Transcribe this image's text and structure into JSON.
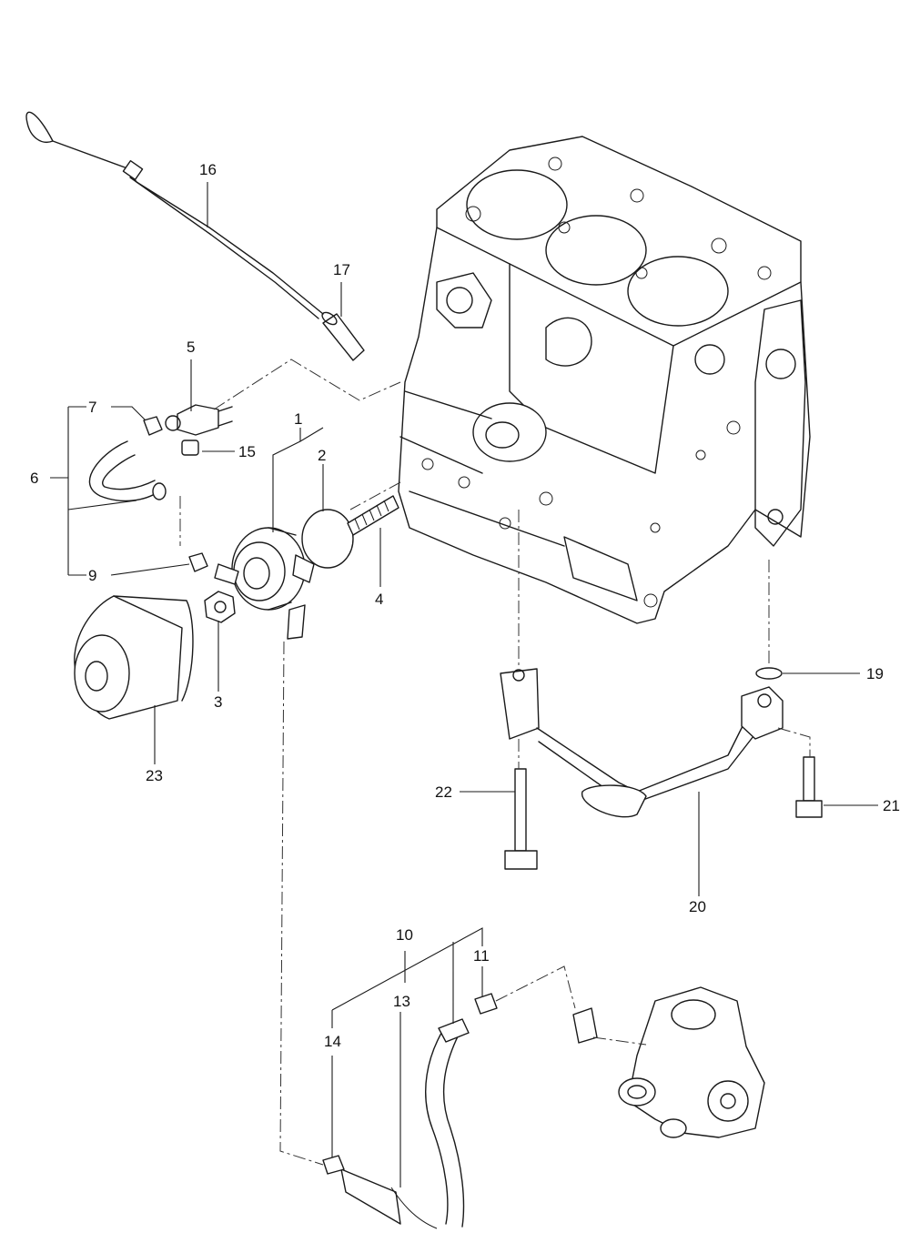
{
  "diagram": {
    "callouts": [
      "1",
      "2",
      "3",
      "4",
      "5",
      "6",
      "7",
      "9",
      "10",
      "11",
      "13",
      "14",
      "15",
      "16",
      "17",
      "19",
      "20",
      "21",
      "22",
      "23"
    ]
  }
}
